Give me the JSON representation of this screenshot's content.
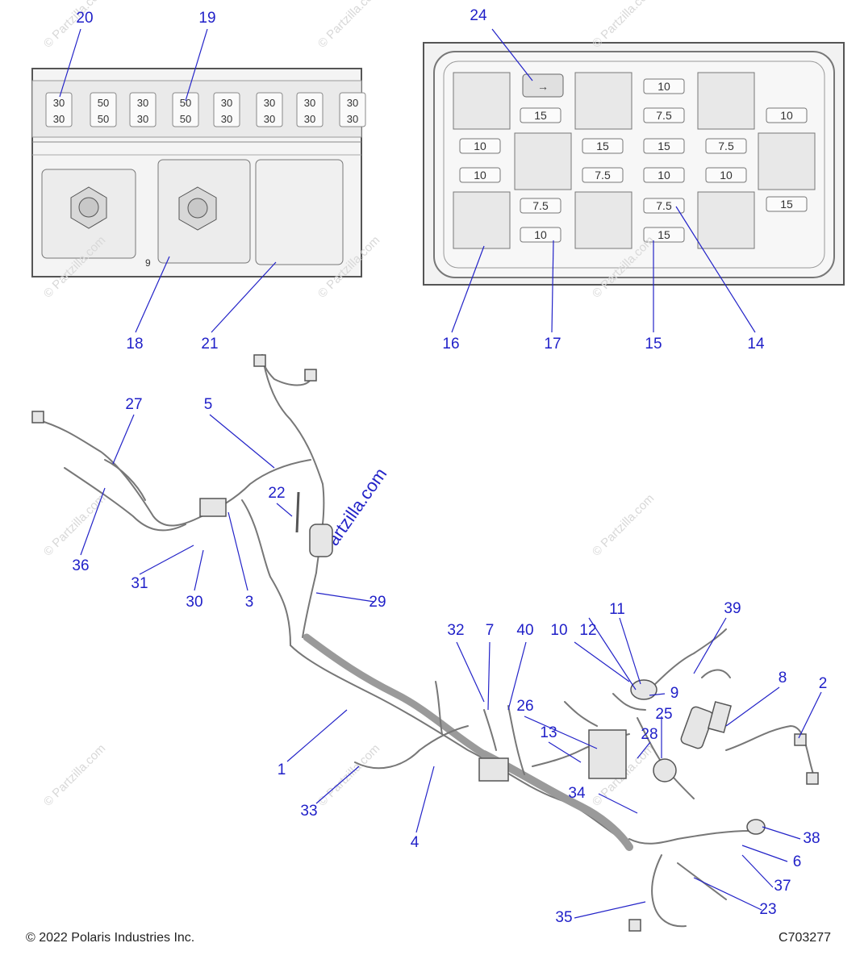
{
  "callouts": {
    "n20": "20",
    "n19": "19",
    "n24": "24",
    "n18": "18",
    "n21": "21",
    "n16": "16",
    "n17": "17",
    "n15": "15",
    "n14": "14",
    "n27": "27",
    "n5": "5",
    "n22": "22",
    "n36": "36",
    "n31": "31",
    "n30": "30",
    "n3": "3",
    "n29": "29",
    "n11": "11",
    "n12": "12",
    "n10": "10",
    "n39": "39",
    "n32": "32",
    "n7": "7",
    "n40": "40",
    "n9": "9",
    "n8": "8",
    "n2": "2",
    "n26": "26",
    "n25": "25",
    "n13": "13",
    "n28": "28",
    "n1": "1",
    "n34": "34",
    "n33": "33",
    "n4": "4",
    "n38": "38",
    "n6": "6",
    "n37": "37",
    "n23": "23",
    "n35": "35"
  },
  "left_panel": {
    "fuse_top": [
      "30",
      "50",
      "30",
      "50",
      "30",
      "30",
      "30",
      "30"
    ],
    "fuse_bottom": [
      "30",
      "50",
      "30",
      "50",
      "30",
      "30",
      "30",
      "30"
    ],
    "side_mark": "9"
  },
  "right_panel": {
    "col_a": [
      "15"
    ],
    "col_b": [
      "10",
      "10"
    ],
    "col_c": [
      "7.5",
      "10"
    ],
    "col_d": [
      "15",
      "7.5"
    ],
    "col_e": [
      "10",
      "7.5",
      "15",
      "10",
      "7.5",
      "15"
    ],
    "col_f": [
      "7.5",
      "10"
    ],
    "col_g": [
      "10",
      "15"
    ]
  },
  "watermark": "Partzilla.com",
  "watermark_small": "© Partzilla.com",
  "copyright": "© 2022 Polaris Industries Inc.",
  "drawing_id": "C703277",
  "colors": {
    "callout": "#1f1fc8",
    "panel_border": "#555555",
    "wire": "#777777"
  }
}
